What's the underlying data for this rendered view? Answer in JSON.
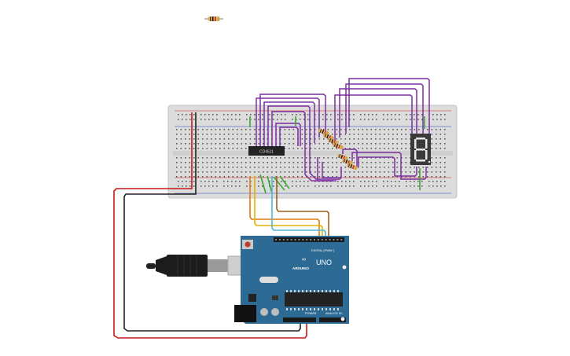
{
  "colors": {
    "breadboard": "#dcdcdc",
    "breadboard_hole": "#5a5a5a",
    "rail_red": "#d62020",
    "rail_blue": "#3040c0",
    "wire_purple": "#7b2fa0",
    "wire_green": "#3aa832",
    "wire_orange": "#e07a10",
    "wire_yellow": "#e0b400",
    "wire_cyan": "#4db8d6",
    "wire_brown": "#9a6020",
    "wire_red": "#c81818",
    "wire_black": "#222222",
    "arduino_blue": "#2d6b95",
    "ic_body": "#222222",
    "display_body": "#3a3a3a",
    "segment_on": "#e8e8e8"
  },
  "components": {
    "ic_label": "CD4511",
    "arduino_logo_text": "ARDUINO",
    "arduino_model": "UNO",
    "digital_header_label": "DIGITAL (PWM~)",
    "power_header_label": "POWER",
    "analog_header_label": "ANALOG IN",
    "display_digit": "8"
  }
}
